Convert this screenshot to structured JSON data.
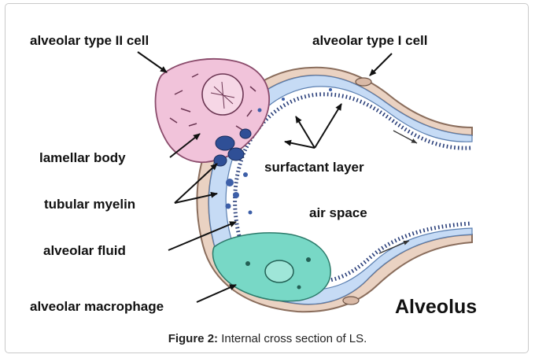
{
  "labels": {
    "type2": "alveolar type II cell",
    "type1": "alveolar type I cell",
    "lamellar": "lamellar body",
    "surfactant": "surfactant layer",
    "tubular": "tubular myelin",
    "airspace": "air space",
    "fluid": "alveolar fluid",
    "macrophage": "alveolar macrophage",
    "title": "Alveolus"
  },
  "caption": {
    "prefix": "Figure 2:",
    "text": " Internal cross section of LS."
  },
  "colors": {
    "wall": "#ead2c2",
    "wall_stroke": "#8a6d5c",
    "fluid": "#c6dbf5",
    "type2_cell": "#f1c3da",
    "macrophage": "#78d8c6",
    "airspace": "#ffffff"
  }
}
